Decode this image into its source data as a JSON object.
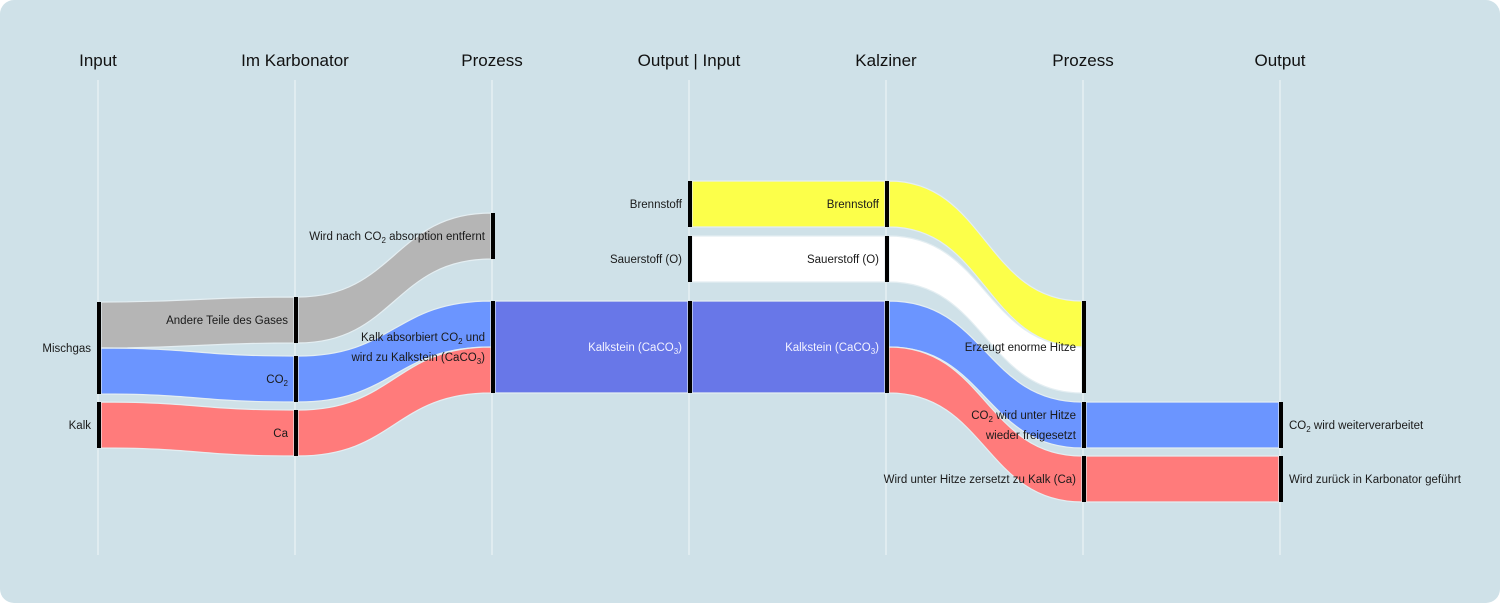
{
  "diagram": {
    "type": "sankey",
    "colors": {
      "background": "#cfe1e8",
      "gas": "#b5b5b5",
      "co2": "#6b95ff",
      "ca": "#ff7b7b",
      "caco3": "#6877e8",
      "fuel": "#fcff4a",
      "oxygen": "#ffffff",
      "node_bar": "#000000"
    },
    "columns": [
      {
        "title": "Input"
      },
      {
        "title": "Im Karbonator"
      },
      {
        "title": "Prozess"
      },
      {
        "title": "Output | Input"
      },
      {
        "title": "Kalziner"
      },
      {
        "title": "Prozess"
      },
      {
        "title": "Output"
      }
    ],
    "nodes": [
      {
        "id": "mischgas",
        "col": 0,
        "label": "Mischgas"
      },
      {
        "id": "kalk",
        "col": 0,
        "label": "Kalk"
      },
      {
        "id": "andere",
        "col": 1,
        "label": "Andere Teile des Gases"
      },
      {
        "id": "co2_k",
        "col": 1,
        "label": "CO",
        "sub": "2",
        "tail": ""
      },
      {
        "id": "ca_k",
        "col": 1,
        "label": "Ca"
      },
      {
        "id": "entfernt",
        "col": 2,
        "label": "Wird nach CO",
        "sub": "2",
        "tail": " absorption entfernt"
      },
      {
        "id": "absorbiert",
        "col": 2,
        "label_lines": [
          {
            "label": "Kalk absorbiert CO",
            "sub": "2",
            "tail": " und"
          },
          {
            "label": "wird zu Kalkstein (CaCO",
            "sub": "3",
            "tail": ")"
          }
        ]
      },
      {
        "id": "brenn_in",
        "col": 3,
        "label": "Brennstoff"
      },
      {
        "id": "sauer_in",
        "col": 3,
        "label": "Sauerstoff (O)"
      },
      {
        "id": "kalkstein_out",
        "col": 3,
        "label": "Kalkstein (CaCO",
        "sub": "3",
        "tail": ")",
        "light": true
      },
      {
        "id": "brenn_k",
        "col": 4,
        "label": "Brennstoff"
      },
      {
        "id": "sauer_k",
        "col": 4,
        "label": "Sauerstoff (O)"
      },
      {
        "id": "kalkstein_k",
        "col": 4,
        "label": "Kalkstein (CaCO",
        "sub": "3",
        "tail": ")",
        "light": true
      },
      {
        "id": "hitze",
        "col": 5,
        "label": "Erzeugt enorme Hitze"
      },
      {
        "id": "co2_frei",
        "col": 5,
        "label_lines": [
          {
            "label": "CO",
            "sub": "2",
            "tail": " wird unter Hitze"
          },
          {
            "label": "wieder freigesetzt"
          }
        ]
      },
      {
        "id": "ca_zer",
        "col": 5,
        "label": "Wird unter Hitze zersetzt zu Kalk (Ca)"
      },
      {
        "id": "co2_out",
        "col": 6,
        "label": "CO",
        "sub": "2",
        "tail": " wird weiterverarbeitet"
      },
      {
        "id": "ca_out",
        "col": 6,
        "label": "Wird zurück in Karbonator geführt"
      }
    ],
    "links": [
      {
        "source": "mischgas",
        "target": "andere",
        "value": 1,
        "kind": "gas"
      },
      {
        "source": "mischgas",
        "target": "co2_k",
        "value": 1,
        "kind": "co2"
      },
      {
        "source": "kalk",
        "target": "ca_k",
        "value": 1,
        "kind": "ca"
      },
      {
        "source": "andere",
        "target": "entfernt",
        "value": 1,
        "kind": "gas"
      },
      {
        "source": "co2_k",
        "target": "absorbiert",
        "value": 1,
        "kind": "co2"
      },
      {
        "source": "ca_k",
        "target": "absorbiert",
        "value": 1,
        "kind": "ca"
      },
      {
        "source": "absorbiert",
        "target": "kalkstein_out",
        "value": 2,
        "kind": "caco3"
      },
      {
        "source": "brenn_in",
        "target": "brenn_k",
        "value": 1,
        "kind": "fuel"
      },
      {
        "source": "sauer_in",
        "target": "sauer_k",
        "value": 1,
        "kind": "oxygen"
      },
      {
        "source": "kalkstein_out",
        "target": "kalkstein_k",
        "value": 2,
        "kind": "caco3"
      },
      {
        "source": "brenn_k",
        "target": "hitze",
        "value": 1,
        "kind": "fuel"
      },
      {
        "source": "sauer_k",
        "target": "hitze",
        "value": 1,
        "kind": "oxygen"
      },
      {
        "source": "kalkstein_k",
        "target": "co2_frei",
        "value": 1,
        "kind": "co2"
      },
      {
        "source": "kalkstein_k",
        "target": "ca_zer",
        "value": 1,
        "kind": "ca"
      },
      {
        "source": "co2_frei",
        "target": "co2_out",
        "value": 1,
        "kind": "co2"
      },
      {
        "source": "ca_zer",
        "target": "ca_out",
        "value": 1,
        "kind": "ca"
      }
    ]
  }
}
